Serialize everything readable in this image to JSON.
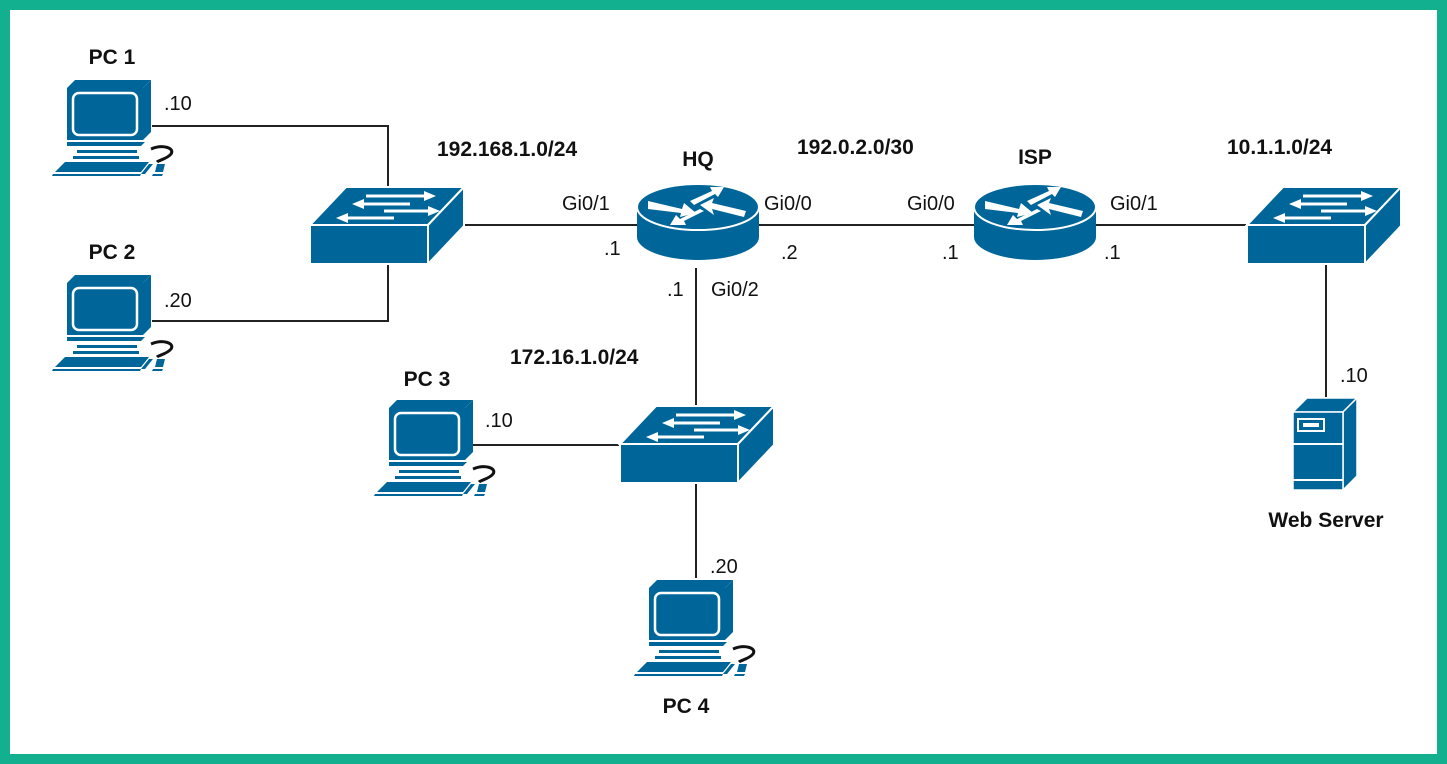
{
  "theme": {
    "frame_color": "#12b08e",
    "device_color": "#00669a",
    "background": "#ffffff",
    "line_color": "#222222"
  },
  "devices": {
    "pc1": {
      "label": "PC 1",
      "ip": ".10",
      "icon": "pc-icon"
    },
    "pc2": {
      "label": "PC 2",
      "ip": ".20",
      "icon": "pc-icon"
    },
    "pc3": {
      "label": "PC 3",
      "ip": ".10",
      "icon": "pc-icon"
    },
    "pc4": {
      "label": "PC 4",
      "ip": ".20",
      "icon": "pc-icon"
    },
    "hq": {
      "label": "HQ",
      "icon": "router-icon",
      "interfaces": {
        "gi01": {
          "name": "Gi0/1",
          "ip": ".1"
        },
        "gi00": {
          "name": "Gi0/0",
          "ip": ".2"
        },
        "gi02": {
          "name": "Gi0/2",
          "ip": ".1"
        }
      }
    },
    "isp": {
      "label": "ISP",
      "icon": "router-icon",
      "interfaces": {
        "gi00": {
          "name": "Gi0/0",
          "ip": ".1"
        },
        "gi01": {
          "name": "Gi0/1",
          "ip": ".1"
        }
      }
    },
    "switch1": {
      "icon": "switch-icon"
    },
    "switch2": {
      "icon": "switch-icon"
    },
    "switch3": {
      "icon": "switch-icon"
    },
    "web_server": {
      "label": "Web Server",
      "ip": ".10",
      "icon": "server-icon"
    }
  },
  "networks": {
    "lan_hq": "192.168.1.0/24",
    "wan": "192.0.2.0/30",
    "lan_branch": "172.16.1.0/24",
    "lan_isp": "10.1.1.0/24"
  }
}
